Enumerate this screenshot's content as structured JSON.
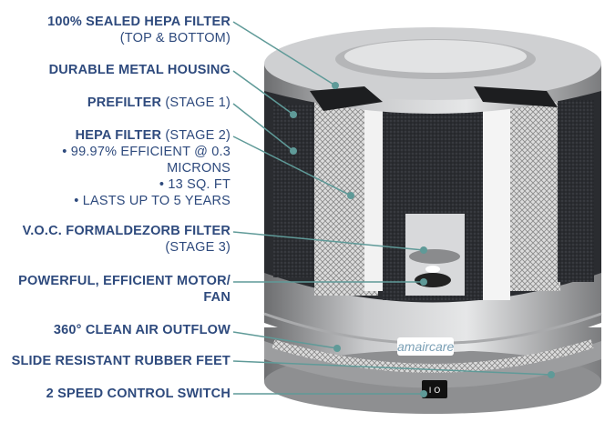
{
  "labels": [
    {
      "bold": "100% SEALED HEPA FILTER",
      "normal": "(TOP & BOTTOM)"
    },
    {
      "bold": "DURABLE METAL HOUSING"
    },
    {
      "bold": "PREFILTER",
      "normal": "(STAGE 1)"
    },
    {
      "bold": "HEPA FILTER",
      "normal": "(STAGE 2)",
      "bullets": [
        "• 99.97% EFFICIENT @ 0.3",
        "MICRONS",
        "• 13 SQ. FT",
        "• LASTS UP TO 5 YEARS"
      ]
    },
    {
      "bold": "V.O.C. FORMALDEZORB FILTER",
      "normal": "(STAGE 3)"
    },
    {
      "bold": "POWERFUL, EFFICIENT MOTOR/",
      "bold2": "FAN"
    },
    {
      "bold": "360° CLEAN AIR OUTFLOW"
    },
    {
      "bold": "SLIDE RESISTANT RUBBER FEET"
    },
    {
      "bold": "2 SPEED CONTROL SWITCH"
    }
  ],
  "brand": "amaircare",
  "colors": {
    "label": "#2e4a7d",
    "leader": "#5f9a98"
  }
}
